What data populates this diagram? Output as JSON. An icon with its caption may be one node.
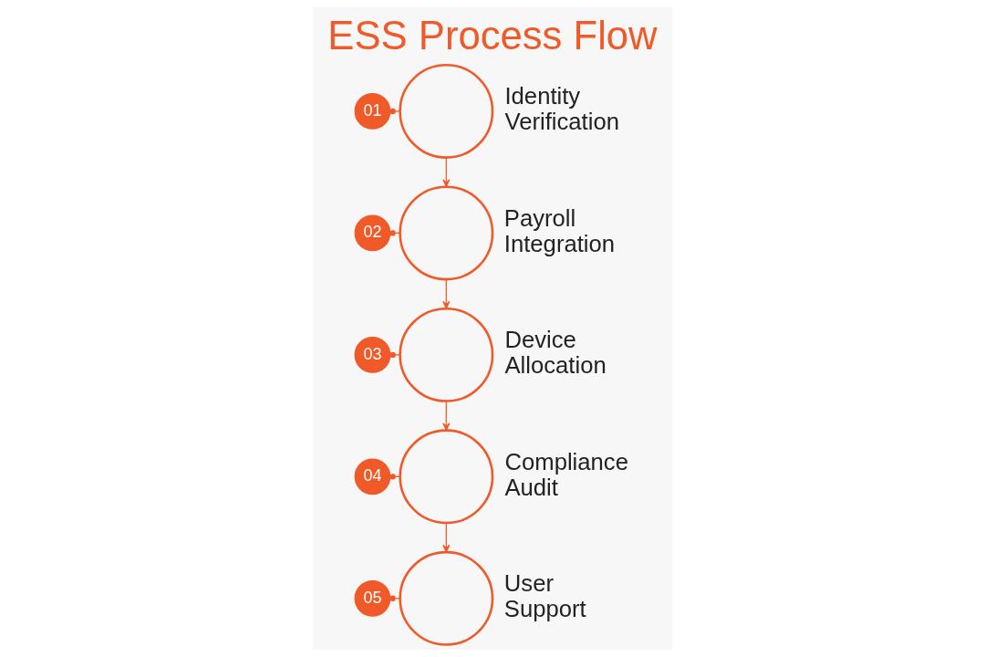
{
  "diagram": {
    "title": "ESS Process Flow",
    "nodes": [
      {
        "text": [
          "01"
        ]
      },
      {
        "text": [],
        "shape": "circle",
        "beside": [
          "Identity Verification"
        ]
      },
      {
        "text": [
          "02"
        ]
      },
      {
        "text": [],
        "shape": "circle",
        "beside": [
          "Payroll Integration"
        ]
      },
      {
        "text": [
          "03"
        ]
      },
      {
        "text": [],
        "shape": "circle",
        "beside": [
          "Device Allocation"
        ]
      },
      {
        "text": [
          "04"
        ]
      },
      {
        "text": [],
        "shape": "circle",
        "beside": [
          "Compliance Audit"
        ]
      },
      {
        "text": [
          "05"
        ]
      },
      {
        "text": [],
        "shape": "circle",
        "beside": [
          "User Support"
        ]
      }
    ],
    "edges": [
      {
        "from": 0,
        "to": 1,
        "arrow": "other"
      },
      {
        "from": 1,
        "to": 3,
        "arrow": "to"
      },
      {
        "from": 2,
        "to": 3,
        "arrow": "other"
      },
      {
        "from": 3,
        "to": 5,
        "arrow": "to"
      },
      {
        "from": 4,
        "to": 5,
        "arrow": "other"
      },
      {
        "from": 5,
        "to": 7,
        "arrow": "to"
      },
      {
        "from": 6,
        "to": 7,
        "arrow": "other"
      },
      {
        "from": 7,
        "to": 9,
        "arrow": "to"
      },
      {
        "from": 8,
        "to": 9,
        "arrow": "other"
      }
    ]
  }
}
